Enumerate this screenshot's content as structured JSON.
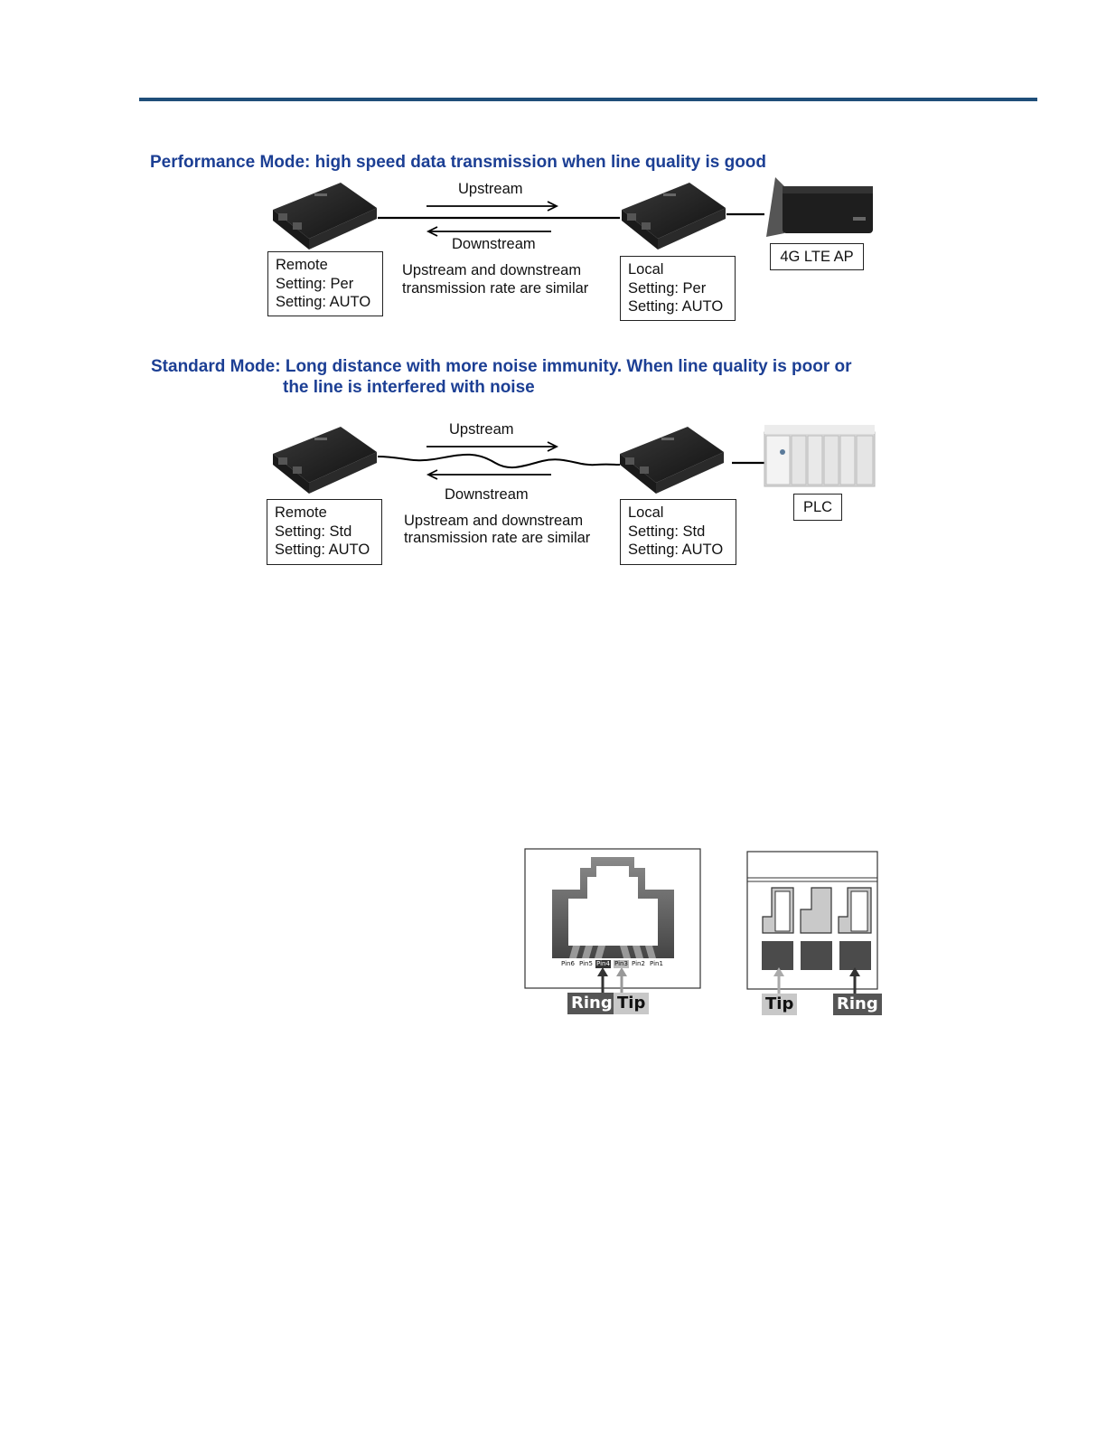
{
  "performance": {
    "heading": "Performance Mode: high speed data transmission when line quality is good",
    "upstream": "Upstream",
    "downstream": "Downstream",
    "note_line1": "Upstream and  downstream",
    "note_line2": "transmission rate are similar",
    "remote_box": [
      "Remote",
      "Setting: Per",
      "Setting: AUTO"
    ],
    "local_box": [
      "Local",
      "Setting: Per",
      "Setting: AUTO"
    ],
    "device_label": "4G LTE AP"
  },
  "standard": {
    "heading_line1": "Standard Mode: Long distance with more noise immunity.  When line quality is poor or",
    "heading_line2": "the line is interfered with noise",
    "upstream": "Upstream",
    "downstream": "Downstream",
    "note_line1": "Upstream and  downstream",
    "note_line2": "transmission rate are similar",
    "remote_box": [
      "Remote",
      "Setting: Std",
      "Setting: AUTO"
    ],
    "local_box": [
      "Local",
      "Setting: Std",
      "Setting: AUTO"
    ],
    "device_label": "PLC"
  },
  "rj_connector": {
    "pins": [
      "Pin6",
      "Pin5",
      "Pin4",
      "Pin3",
      "Pin2",
      "Pin1"
    ],
    "ring_label": "Ring",
    "tip_label": "Tip"
  },
  "terminal_block": {
    "tip_label": "Tip",
    "ring_label": "Ring"
  },
  "colors": {
    "heading": "#1c3f94",
    "rule": "#1f4e79",
    "dark_tag": "#555555",
    "light_tag": "#c8c8c8"
  }
}
